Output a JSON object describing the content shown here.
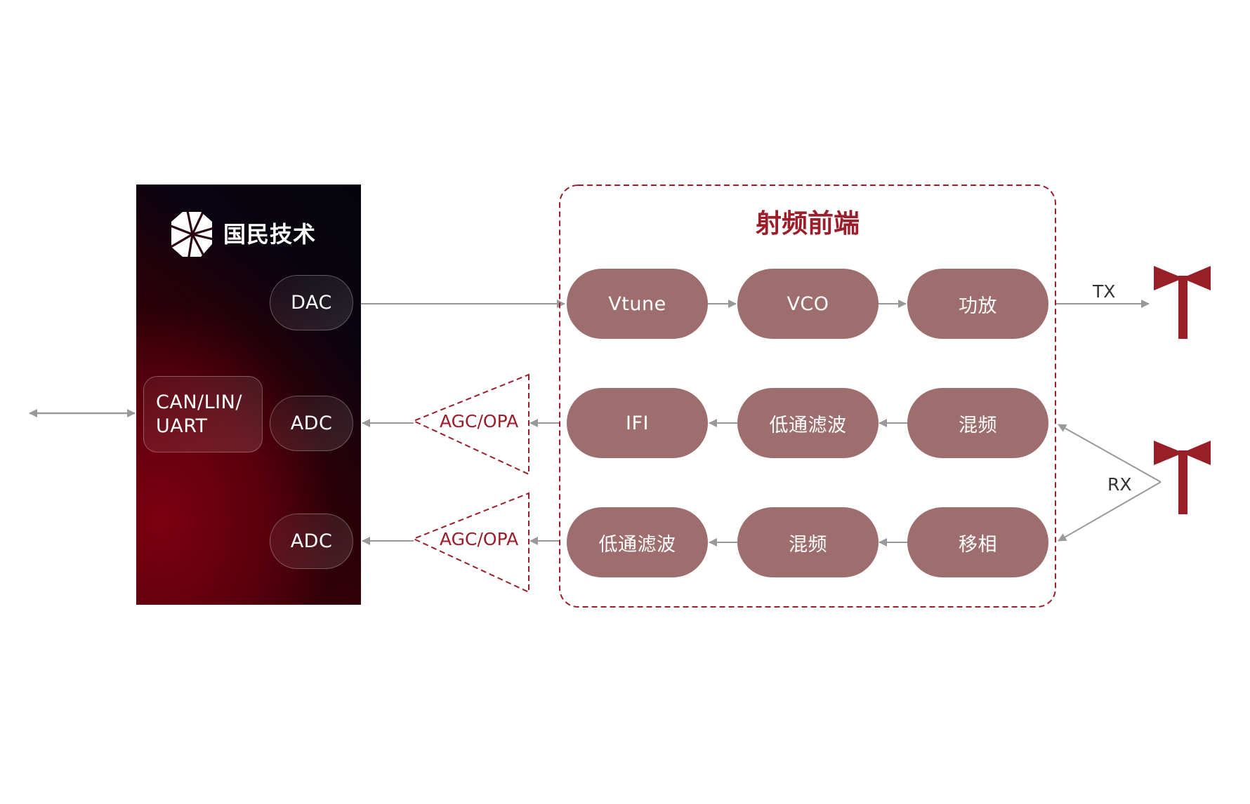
{
  "mcu": {
    "brand": "国民技术",
    "logo_icon": "nationstech-logo-icon",
    "interfaces": {
      "dac": "DAC",
      "can_line1": "CAN/LIN/",
      "can_line2": "UART",
      "adc1": "ADC",
      "adc2": "ADC"
    }
  },
  "rf_frontend": {
    "title": "射频前端",
    "rows": [
      {
        "direction": "left-to-right",
        "blocks": [
          "Vtune",
          "VCO",
          "功放"
        ]
      },
      {
        "direction": "right-to-left",
        "blocks": [
          "IFI",
          "低通滤波",
          "混频"
        ]
      },
      {
        "direction": "right-to-left",
        "blocks": [
          "低通滤波",
          "混频",
          "移相"
        ]
      }
    ]
  },
  "amplifiers": [
    "AGC/OPA",
    "AGC/OPA"
  ],
  "antennas": {
    "tx_label": "TX",
    "rx_label": "RX",
    "icon": "antenna-icon"
  },
  "colors": {
    "accent": "#9b1e2a",
    "block": "#9e6e6e",
    "arrow": "#999999",
    "panel_dark": "#04030b",
    "panel_red": "#7d0010"
  }
}
